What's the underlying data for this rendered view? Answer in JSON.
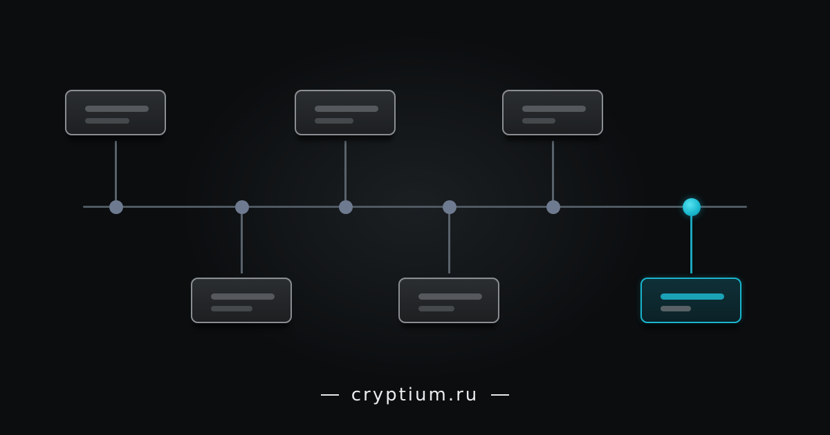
{
  "diagram": {
    "cards": [
      {
        "id": "event-1",
        "highlighted": false
      },
      {
        "id": "event-2",
        "highlighted": false
      },
      {
        "id": "event-3",
        "highlighted": false
      },
      {
        "id": "event-4",
        "highlighted": false
      },
      {
        "id": "event-5",
        "highlighted": false
      },
      {
        "id": "event-6",
        "highlighted": true
      }
    ]
  },
  "colors": {
    "background": "#0b0d0f",
    "axis": "#4f5962",
    "node": "#6e7a8f",
    "card_border": "#8b8f93",
    "accent": "#1ab6cf"
  },
  "footer": {
    "text": "cryptium.ru"
  }
}
